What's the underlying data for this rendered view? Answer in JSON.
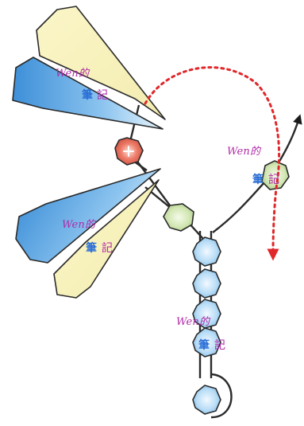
{
  "watermark": {
    "brand_script": "Wen的",
    "brand_cjk_left": "筆",
    "brand_cjk_right": "記"
  },
  "colors": {
    "blue_wedge": "#5aa9e8",
    "cream_wedge": "#f7f2b8",
    "red_hexagon": "#e0604d",
    "green_hexagon": "#c9e0a5",
    "blue_hexagon": "#a8d4f2",
    "arrow_red": "#e0272a",
    "stroke": "#2a2a2a"
  },
  "icons": {
    "rotation_arrow": "dotted-curved-arrow-icon",
    "output_arrow": "arrow-up-right-icon"
  }
}
